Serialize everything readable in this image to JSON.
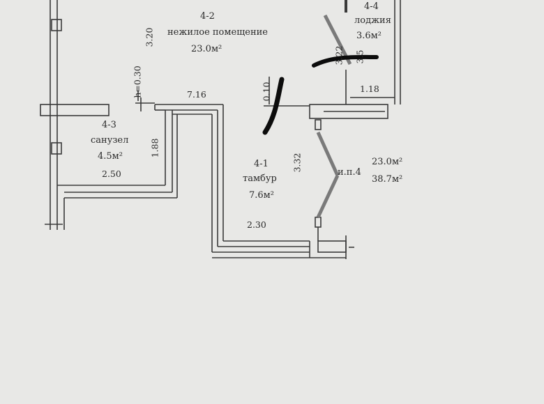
{
  "rooms": {
    "room_4_2": {
      "number": "4-2",
      "name": "нежилое помещение",
      "area": "23.0м²"
    },
    "room_4_3": {
      "number": "4-3",
      "name": "санузел",
      "area": "4.5м²"
    },
    "room_4_1": {
      "number": "4-1",
      "name": "тамбур",
      "area": "7.6м²"
    },
    "room_4_4": {
      "number": "4-4",
      "name": "лоджия",
      "area": "3.6м²"
    }
  },
  "summary": {
    "unit": "и.п.4",
    "area_main": "23.0м²",
    "area_total": "38.7м²"
  },
  "dimensions": {
    "h_4_2": "3.20",
    "h_step": "h=0.30",
    "width_716": "7.16",
    "w_loggia": "1.18",
    "w_sanuzel": "2.50",
    "h_sanuzel": "1.88",
    "w_tambur": "2.30",
    "h_tambur": "3.32",
    "h_010": "0.10",
    "h_322": "3.22",
    "h_35": "3.5"
  },
  "colors": {
    "paper": "#e8e8e6",
    "line": "#3a3a3a",
    "marker": "#0c0c0c"
  }
}
